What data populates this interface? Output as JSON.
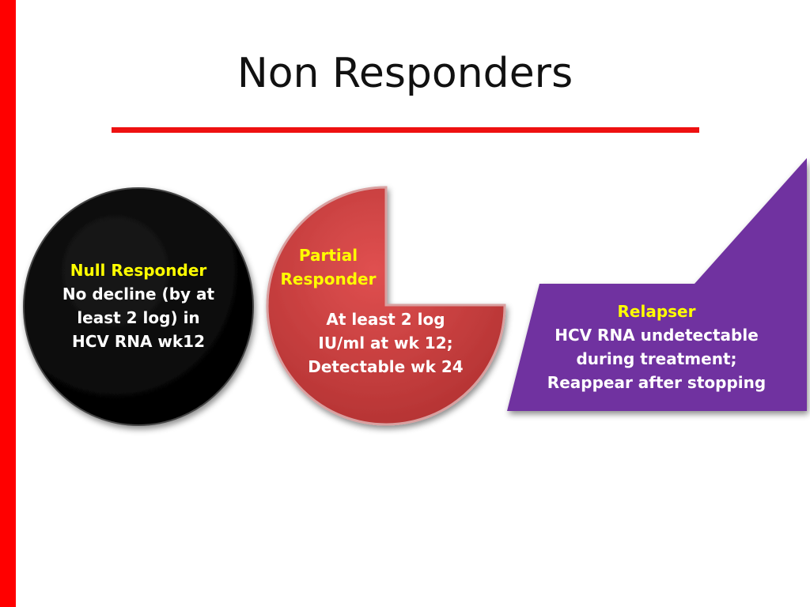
{
  "slide": {
    "title": "Non Responders"
  },
  "colors": {
    "accent_red": "#ff0000",
    "title_rule": "#ee1111",
    "null_fill": "#000000",
    "partial_fill": "#cc3b3b",
    "relapser_fill": "#7030a0",
    "highlight_text": "#ffff00",
    "body_text": "#ffffff"
  },
  "null_responder": {
    "heading": "Null Responder",
    "lines": [
      "No decline (by at",
      "least 2 log) in",
      "HCV RNA wk12"
    ]
  },
  "partial_responder": {
    "heading_lines": [
      "Partial",
      "Responder"
    ],
    "lines": [
      "At least 2 log",
      "IU/ml at wk 12;",
      "Detectable wk 24"
    ]
  },
  "relapser": {
    "heading": "Relapser",
    "lines": [
      "HCV RNA undetectable",
      "during treatment;",
      "Reappear after stopping"
    ]
  }
}
